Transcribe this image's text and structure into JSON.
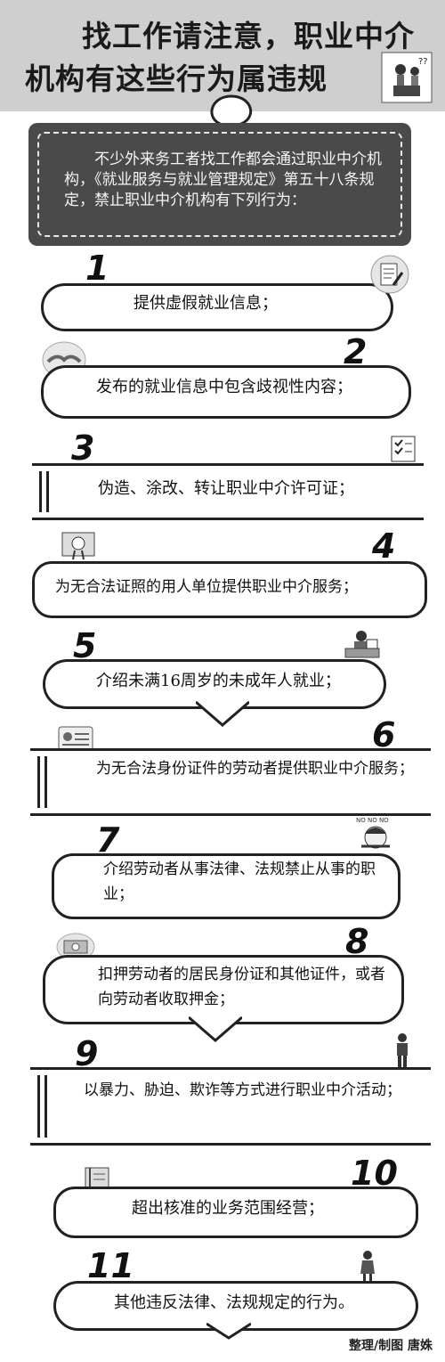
{
  "header": {
    "title_line1": "找工作请注意，职业中介",
    "title_line2": "机构有这些行为属违规"
  },
  "intro": {
    "text": "不少外来务工者找工作都会通过职业中介机构，《就业服务与就业管理规定》第五十八条规定，禁止职业中介机构有下列行为："
  },
  "items": [
    {
      "num": "1",
      "text": "提供虚假就业信息；",
      "icon": "document-pen-icon"
    },
    {
      "num": "2",
      "text": "发布的就业信息中包含歧视性内容；",
      "icon": "handshake-icon"
    },
    {
      "num": "3",
      "text": "伪造、涂改、转让职业中介许可证；",
      "icon": "checklist-icon"
    },
    {
      "num": "4",
      "text": "为无合法证照的用人单位提供职业中介服务；",
      "icon": "certificate-icon"
    },
    {
      "num": "5",
      "text": "介绍未满16周岁的未成年人就业；",
      "icon": "person-at-desk-icon"
    },
    {
      "num": "6",
      "text": "为无合法身份证件的劳动者提供职业中介服务；",
      "icon": "id-card-icon"
    },
    {
      "num": "7",
      "text": "介绍劳动者从事法律、法规禁止从事的职业；",
      "icon": "girl-no-no-icon"
    },
    {
      "num": "8",
      "text": "扣押劳动者的居民身份证和其他证件，或者向劳动者收取押金；",
      "icon": "money-card-icon"
    },
    {
      "num": "9",
      "text": "以暴力、胁迫、欺诈等方式进行职业中介活动；",
      "icon": "standing-man-icon"
    },
    {
      "num": "10",
      "text": "超出核准的业务范围经营；",
      "icon": "notebook-icon"
    },
    {
      "num": "11",
      "text": "其他违反法律、法规规定的行为。",
      "icon": "standing-woman-icon"
    }
  ],
  "footer": {
    "credit": "整理/制图 唐姝"
  }
}
